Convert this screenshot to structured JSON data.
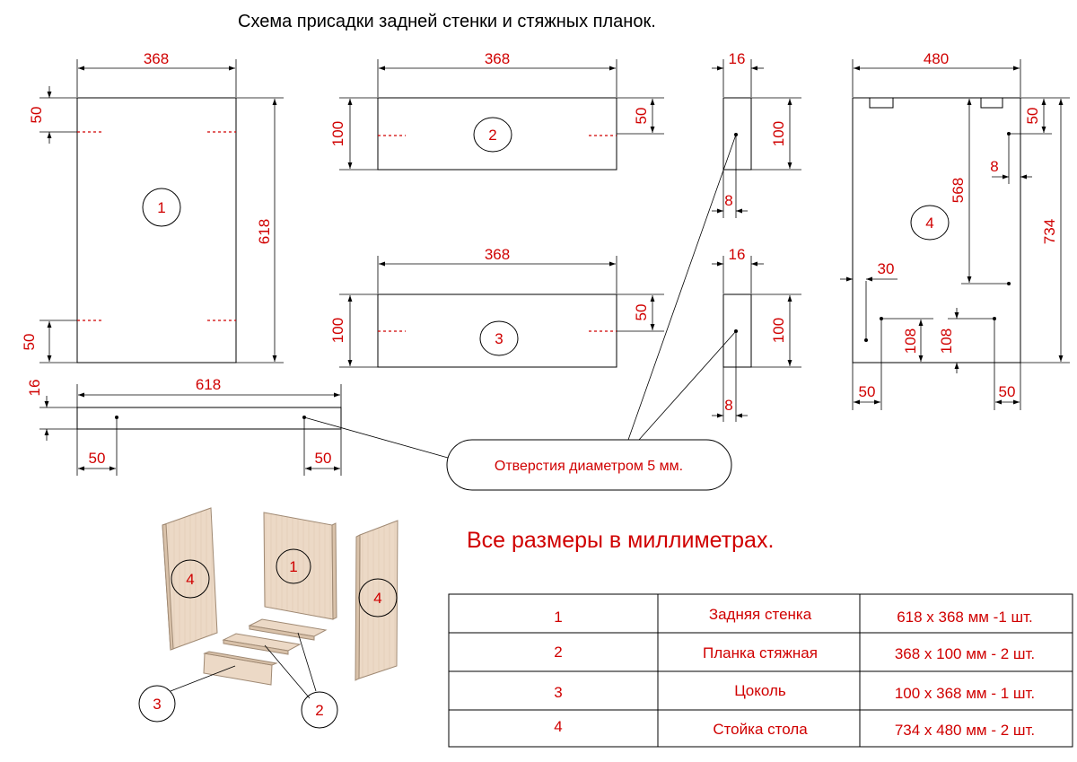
{
  "title": "Схема присадки задней стенки и стяжных планок.",
  "units_note": "Все размеры в миллиметрах.",
  "hole_note": "Отверстия диаметром 5 мм.",
  "part_labels": {
    "p1": "1",
    "p2": "2",
    "p3": "3",
    "p4": "4"
  },
  "dims": {
    "d368": "368",
    "d618": "618",
    "d50": "50",
    "d100": "100",
    "d16": "16",
    "d8": "8",
    "d480": "480",
    "d568": "568",
    "d734": "734",
    "d30": "30",
    "d108": "108"
  },
  "parts_table": {
    "rows": [
      {
        "num": "1",
        "name": "Задняя стенка",
        "size": "618 х 368 мм -1 шт."
      },
      {
        "num": "2",
        "name": "Планка стяжная",
        "size": "368 х 100 мм - 2 шт."
      },
      {
        "num": "3",
        "name": "Цоколь",
        "size": "100 х 368 мм - 1 шт."
      },
      {
        "num": "4",
        "name": "Стойка стола",
        "size": "734 х 480 мм - 2 шт."
      }
    ]
  },
  "colors": {
    "dimension": "#d00000",
    "outline": "#000000",
    "board": "#ecd9c6"
  }
}
